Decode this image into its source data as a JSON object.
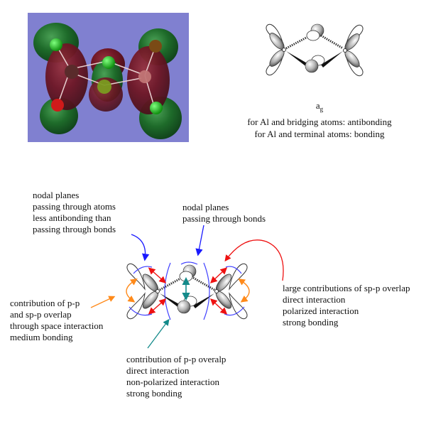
{
  "render": {
    "colors": {
      "background": "#8080d0",
      "positive_lobe": "#1e6b2a",
      "negative_lobe": "#6e1624"
    }
  },
  "caption": {
    "symmetry_label": "a",
    "symmetry_subscript": "g",
    "line1": "for Al and bridging atoms: antibonding",
    "line2": "for Al and terminal atoms: bonding"
  },
  "annotations": {
    "nodal_atoms": [
      "nodal planes",
      "passing through atoms",
      "less antibonding than",
      "passing through bonds"
    ],
    "nodal_bonds": [
      "nodal planes",
      "passing through bonds"
    ],
    "through_space": [
      "contribution of p-p",
      "and sp-p overlap",
      "through space interaction",
      "medium bonding"
    ],
    "sp_p": [
      "large contributions of sp-p overlap",
      "direct interaction",
      "polarized interaction",
      "strong bonding"
    ],
    "p_p": [
      "contribution of p-p overalp",
      "direct interaction",
      "non-polarized interaction",
      "strong bonding"
    ]
  },
  "arrow_colors": {
    "blue": "#1a1aff",
    "red": "#ee1111",
    "orange": "#ff8a1a",
    "teal": "#138a8a",
    "nodal": "#4040ff"
  }
}
